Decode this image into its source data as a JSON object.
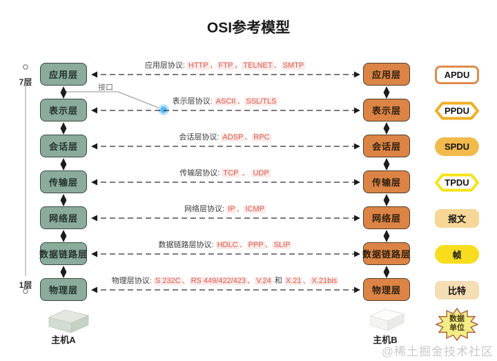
{
  "title": "OSI参考模型",
  "left_axis": {
    "top_label": "7层",
    "bottom_label": "1层"
  },
  "interface_label": "接口",
  "hosts": {
    "left": "主机A",
    "right": "主机B"
  },
  "data_unit": {
    "line1": "数据",
    "line2": "单位"
  },
  "watermark": "@稀土掘金技术社区",
  "colors": {
    "left_layer_fill": "#8BAB9B",
    "right_layer_fill": "#DB8445",
    "protocol_text": "#E2564A",
    "protocol_highlight_bg": "#FBEAE8",
    "apdu_border": "#DF8A4D",
    "ppdu_border": "#F0AE24",
    "spdu_fill": "#F2BA4A",
    "tpdu_border": "#F5E316",
    "baowen_fill": "#F7D795",
    "zhen_fill": "#F7DD1E",
    "bite_fill": "#F5DDB5",
    "starburst_fill": "#F3ED86"
  },
  "layers": [
    {
      "name": "应用层",
      "protocol_prefix": "应用层协议:",
      "parts": [
        {
          "text": "HTTP",
          "type": "hl"
        },
        {
          "text": "，",
          "type": "sep"
        },
        {
          "text": "FTP",
          "type": "hl"
        },
        {
          "text": "，",
          "type": "sep"
        },
        {
          "text": "TELNET",
          "type": "hl"
        },
        {
          "text": "、",
          "type": "sep"
        },
        {
          "text": "SMTP",
          "type": "hl"
        }
      ],
      "pdu": {
        "label": "APDU",
        "shape": "rounded",
        "fill": "#FFFFFF",
        "border": "#DF8A4D"
      }
    },
    {
      "name": "表示层",
      "protocol_prefix": "表示层协议:",
      "parts": [
        {
          "text": "ASCII",
          "type": "hl"
        },
        {
          "text": "、",
          "type": "sep"
        },
        {
          "text": "SSL/TLS",
          "type": "hl"
        }
      ],
      "pdu": {
        "label": "PPDU",
        "shape": "hexagon",
        "fill": "#FFFFFF",
        "border": "#F0AE24"
      }
    },
    {
      "name": "会话层",
      "protocol_prefix": "会话层协议:",
      "parts": [
        {
          "text": "ADSP",
          "type": "hl"
        },
        {
          "text": "、",
          "type": "sep"
        },
        {
          "text": "RPC",
          "type": "hl"
        }
      ],
      "pdu": {
        "label": "SPDU",
        "shape": "stadium",
        "fill": "#F2BA4A",
        "border": ""
      }
    },
    {
      "name": "传输层",
      "protocol_prefix": "传输层协议:",
      "parts": [
        {
          "text": "TCP",
          "type": "hl"
        },
        {
          "text": " 、 ",
          "type": "sep"
        },
        {
          "text": "UDP",
          "type": "hl"
        }
      ],
      "pdu": {
        "label": "TPDU",
        "shape": "hexagon",
        "fill": "#FFFFFF",
        "border": "#F5E316"
      }
    },
    {
      "name": "网络层",
      "protocol_prefix": "网络层协议:",
      "parts": [
        {
          "text": "IP",
          "type": "hl"
        },
        {
          "text": "、",
          "type": "sep"
        },
        {
          "text": "ICMP",
          "type": "hl"
        }
      ],
      "pdu": {
        "label": "报文",
        "shape": "rounded",
        "fill": "#F7D795",
        "border": ""
      }
    },
    {
      "name": "数据链路层",
      "protocol_prefix": "数据链路层协议:",
      "parts": [
        {
          "text": "HDLC",
          "type": "hl"
        },
        {
          "text": "、",
          "type": "sep"
        },
        {
          "text": "PPP",
          "type": "hl"
        },
        {
          "text": "、",
          "type": "sep"
        },
        {
          "text": "SLIP",
          "type": "hl"
        }
      ],
      "pdu": {
        "label": "帧",
        "shape": "stadium",
        "fill": "#F7DD1E",
        "border": ""
      }
    },
    {
      "name": "物理层",
      "protocol_prefix": "物理层协议:",
      "parts": [
        {
          "text": "S 232C",
          "type": "hl"
        },
        {
          "text": "、",
          "type": "sep"
        },
        {
          "text": "RS 449/422/423",
          "type": "hl"
        },
        {
          "text": "、",
          "type": "sep"
        },
        {
          "text": "V.24",
          "type": "hl"
        },
        {
          "text": " 和 ",
          "type": "plain"
        },
        {
          "text": "X.21",
          "type": "hl"
        },
        {
          "text": "、",
          "type": "sep"
        },
        {
          "text": "X.21bis",
          "type": "hl"
        }
      ],
      "pdu": {
        "label": "比特",
        "shape": "rounded",
        "fill": "#F5DDB5",
        "border": ""
      }
    }
  ]
}
